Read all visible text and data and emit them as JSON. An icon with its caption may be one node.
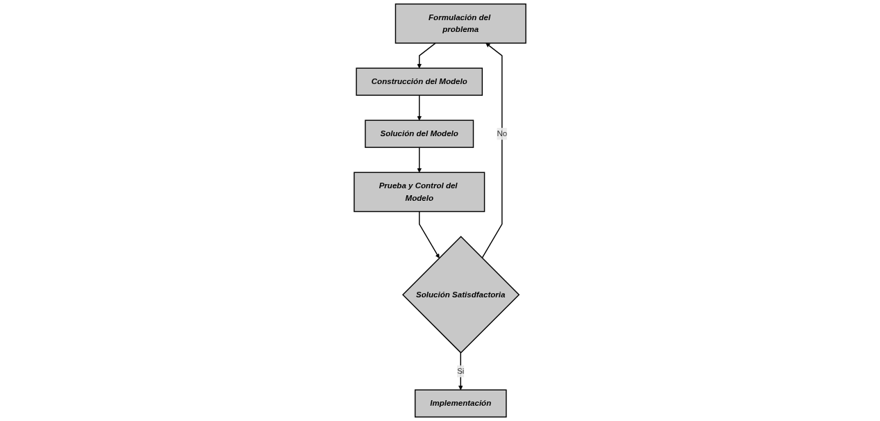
{
  "diagram": {
    "nodes": [
      {
        "text": [
          "Formulación del problema"
        ]
      },
      {
        "text": [
          "Construcción del Modelo"
        ]
      },
      {
        "text": [
          "Solución del Modelo"
        ]
      },
      {
        "text": [
          "Prueba y Control del Modelo"
        ]
      },
      {
        "text": [
          "Solución Satisdfactoria"
        ]
      },
      {
        "text": [
          "Implementación"
        ]
      }
    ],
    "edges": [
      {
        "from": 0,
        "to": 1,
        "arrow": "to"
      },
      {
        "from": 1,
        "to": 2,
        "arrow": "to"
      },
      {
        "from": 2,
        "to": 3,
        "arrow": "to"
      },
      {
        "from": 3,
        "to": 4,
        "arrow": "to"
      },
      {
        "from": 4,
        "to": 5,
        "arrow": "to",
        "label": "Si"
      },
      {
        "from": 4,
        "to": 0,
        "arrow": "to",
        "label": "No"
      }
    ]
  }
}
